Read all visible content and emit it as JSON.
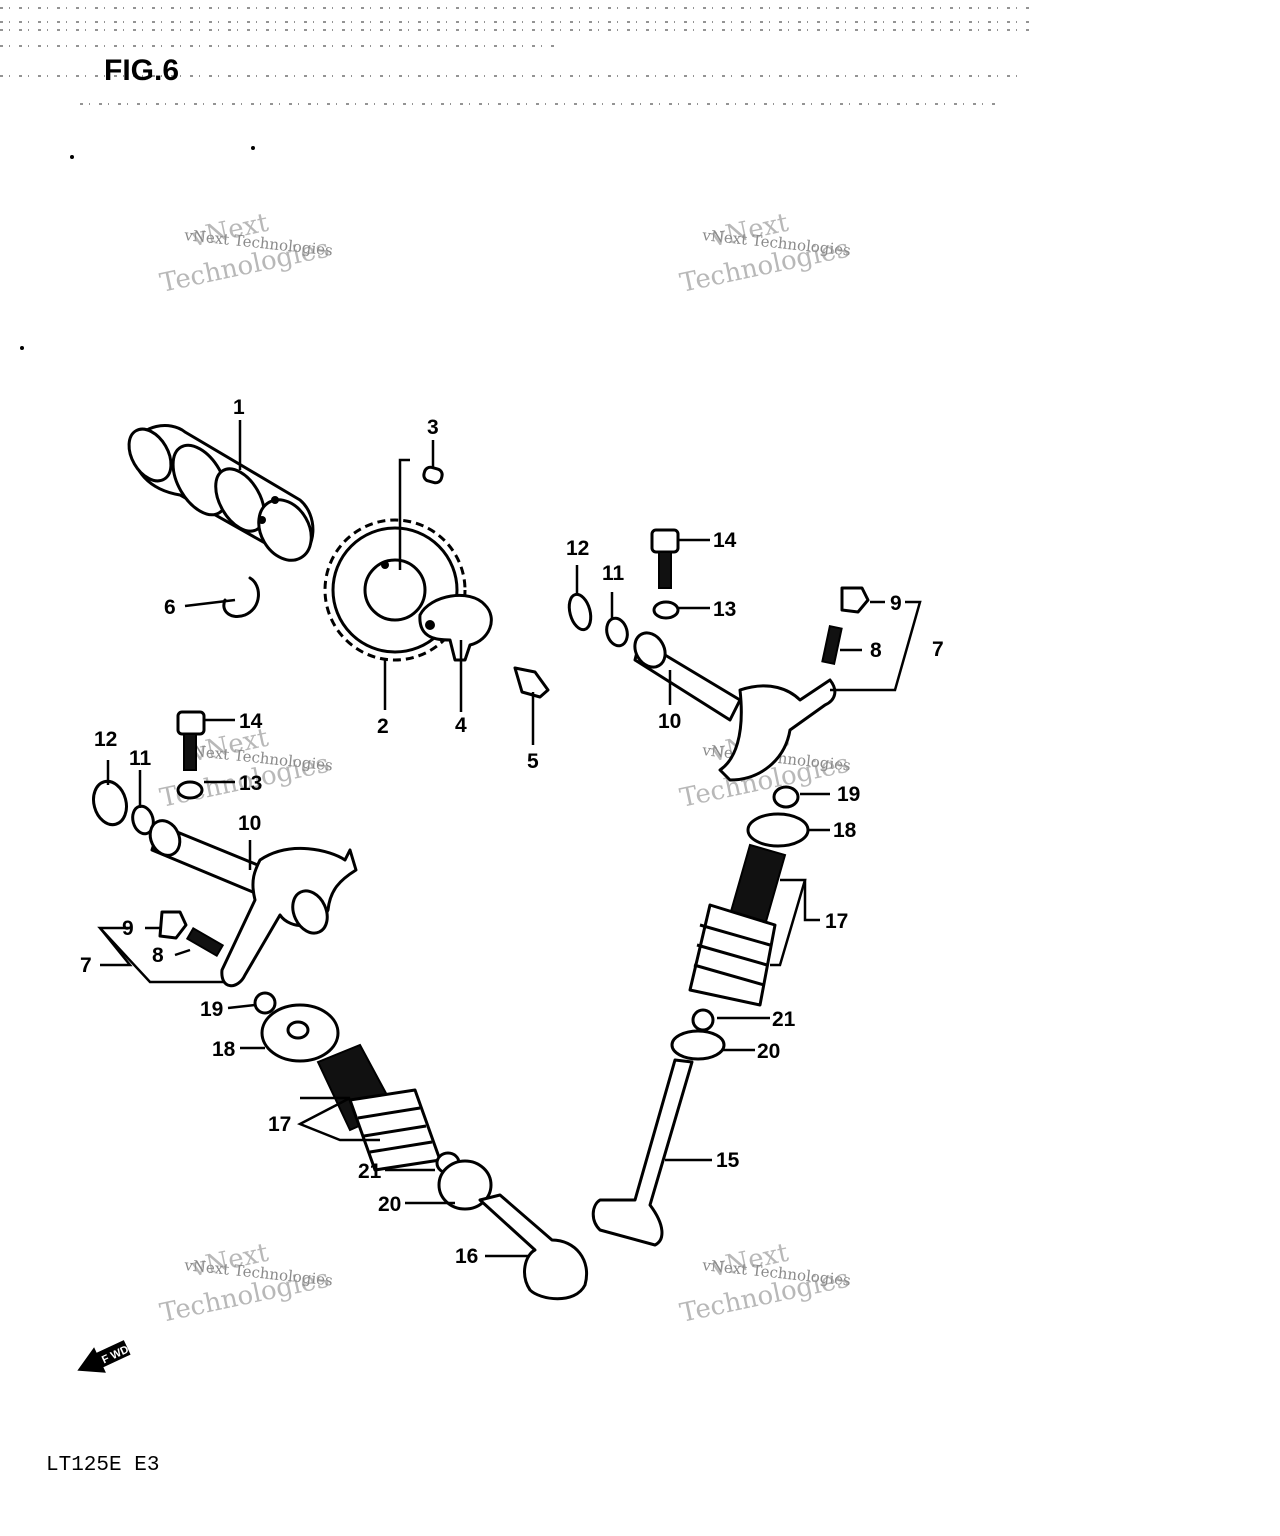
{
  "figure": {
    "title": "FIG.6",
    "model": "LT125E  E3",
    "direction_badge": "F WD",
    "watermark": {
      "brand": "vNext",
      "brand_line2": "Technologies",
      "small": "vNext Technologies"
    }
  },
  "callouts": [
    "1",
    "2",
    "3",
    "4",
    "5",
    "6",
    "7",
    "8",
    "9",
    "10",
    "11",
    "12",
    "13",
    "14",
    "7",
    "8",
    "9",
    "10",
    "11",
    "12",
    "13",
    "14",
    "15",
    "16",
    "17",
    "17",
    "18",
    "18",
    "19",
    "19",
    "20",
    "20",
    "21",
    "21"
  ]
}
